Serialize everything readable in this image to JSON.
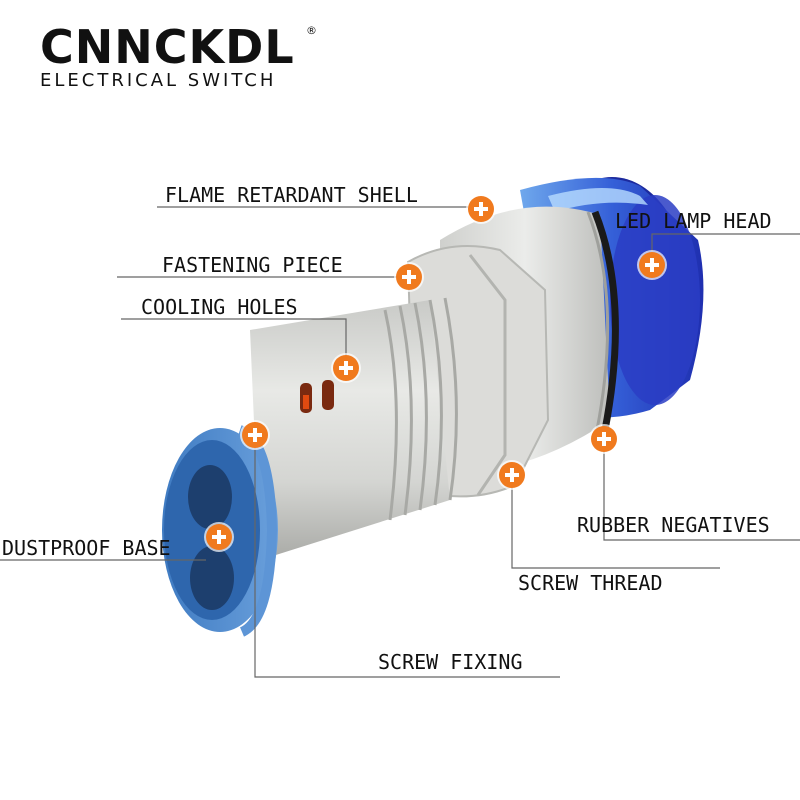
{
  "brand": {
    "name": "CNNCKDL",
    "registered": "®",
    "tagline": "ELECTRICAL SWITCH"
  },
  "callouts": {
    "flame_retardant_shell": "FLAME RETARDANT SHELL",
    "led_lamp_head": "LED LAMP HEAD",
    "fastening_piece": "FASTENING PIECE",
    "cooling_holes": "COOLING HOLES",
    "rubber_negatives": "RUBBER NEGATIVES",
    "dustproof_base": "DUSTPROOF BASE",
    "screw_thread": "SCREW THREAD",
    "screw_fixing": "SCREW FIXING"
  },
  "colors": {
    "marker": "#f07a1e",
    "shell": "#d9dad8",
    "base": "#4a86c8",
    "lens": "#2b46c9"
  }
}
